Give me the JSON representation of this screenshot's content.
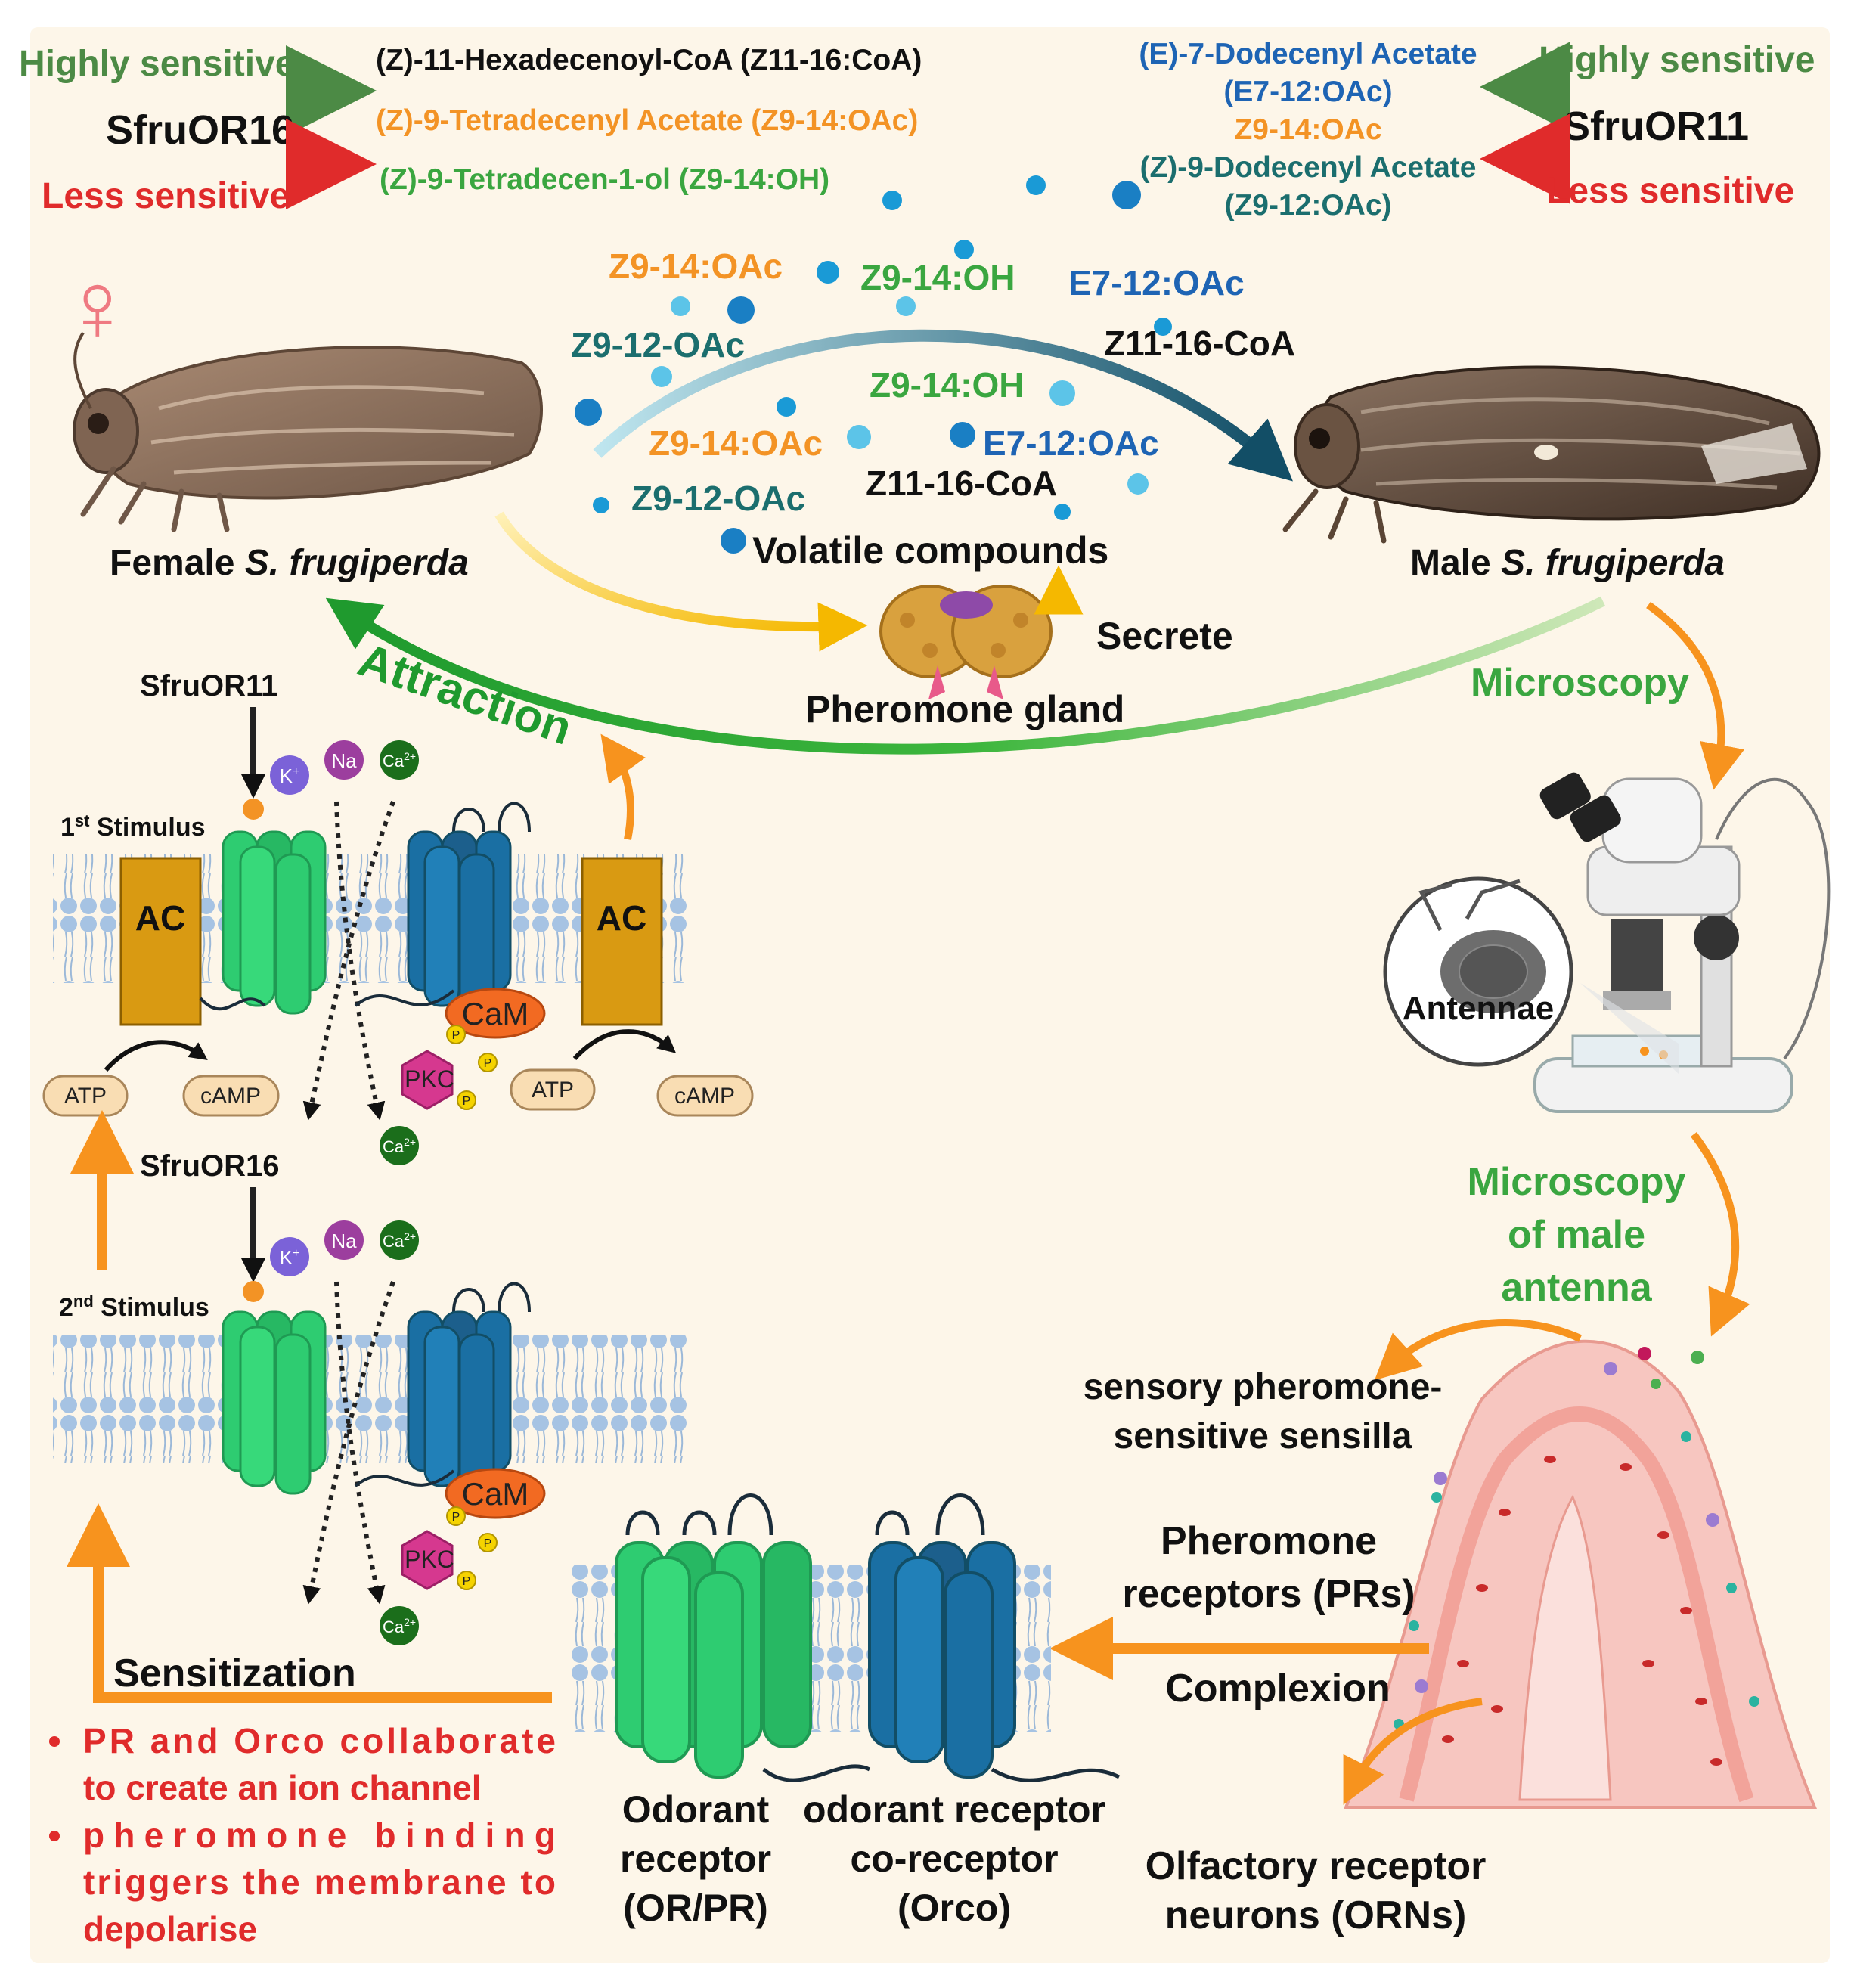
{
  "colors": {
    "background": "#fdf6e9",
    "green_text": "#3aa640",
    "dark_green_text": "#4c8a45",
    "red_text": "#e02b2b",
    "orange_text": "#f39325",
    "blue_text": "#1e64b4",
    "teal_text": "#1b6e6e",
    "orange_arrow": "#f7931e",
    "receptor_green": "#2ecc71",
    "receptor_blue": "#1a6fa3",
    "ac_box": "#d99a12",
    "droplet": "#1a9ad6"
  },
  "top_left": {
    "highly_sensitive": "Highly sensitive",
    "receptor": "SfruOR16",
    "less_sensitive": "Less sensitive",
    "compounds": [
      "(Z)-11-Hexadecenoyl-CoA (Z11-16:CoA)",
      "(Z)-9-Tetradecenyl Acetate (Z9-14:OAc)",
      "(Z)-9-Tetradecen-1-ol (Z9-14:OH)"
    ]
  },
  "top_right": {
    "highly_sensitive": "Highly sensitive",
    "receptor": "SfruOR11",
    "less_sensitive": "Less sensitive",
    "compounds": [
      "(E)-7-Dodecenyl Acetate",
      "(E7-12:OAc)",
      "Z9-14:OAc",
      "(Z)-9-Dodecenyl Acetate",
      "(Z9-12:OAc)"
    ]
  },
  "cloud": {
    "labels": [
      "Z9-14:OAc",
      "Z9-14:OH",
      "E7-12:OAc",
      "Z9-12-OAc",
      "Z11-16-CoA",
      "Z9-14:OH",
      "Z9-14:OAc",
      "E7-12:OAc",
      "Z9-12-OAc",
      "Z11-16-CoA"
    ],
    "volatile": "Volatile compounds"
  },
  "female": {
    "symbol": "♀",
    "label_prefix": "Female ",
    "label_italic": "S. frugiperda"
  },
  "male": {
    "label_prefix": "Male ",
    "label_italic": "S. frugiperda"
  },
  "gland": {
    "secrete": "Secrete",
    "label": "Pheromone gland"
  },
  "attraction": "Attraction",
  "microscopy": "Microscopy",
  "antennae": "Antennae",
  "microscopy_of_male": [
    "Microscopy",
    "of male",
    "antenna"
  ],
  "signal": {
    "or11": "SfruOR11",
    "or16": "SfruOR16",
    "stim1_num": "1",
    "stim1_sup": "st",
    "stim2_num": "2",
    "stim2_sup": "nd",
    "stimulus": " Stimulus",
    "ac": "AC",
    "cam": "CaM",
    "pkc": "PKC",
    "atp": "ATP",
    "camp": "cAMP",
    "k": "K",
    "na": "Na",
    "ca": "Ca",
    "k_sup": "+",
    "ca_sup": "2+",
    "p": "P"
  },
  "sensitization": {
    "title": "Sensitization",
    "bullet1": [
      "PR and Orco collaborate",
      "to create an ion channel"
    ],
    "bullet2": [
      "pheromone binding",
      "triggers the membrane to",
      "depolarise"
    ]
  },
  "receptor_labels": {
    "or": [
      "Odorant",
      "receptor",
      "(OR/PR)"
    ],
    "orco": [
      "odorant receptor",
      "co-receptor",
      "(Orco)"
    ]
  },
  "right_labels": {
    "sensilla": [
      "sensory pheromone-",
      "sensitive sensilla"
    ],
    "prs": [
      "Pheromone",
      "receptors (PRs)"
    ],
    "complexion": "Complexion",
    "orns": [
      "Olfactory receptor",
      "neurons (ORNs)"
    ]
  }
}
